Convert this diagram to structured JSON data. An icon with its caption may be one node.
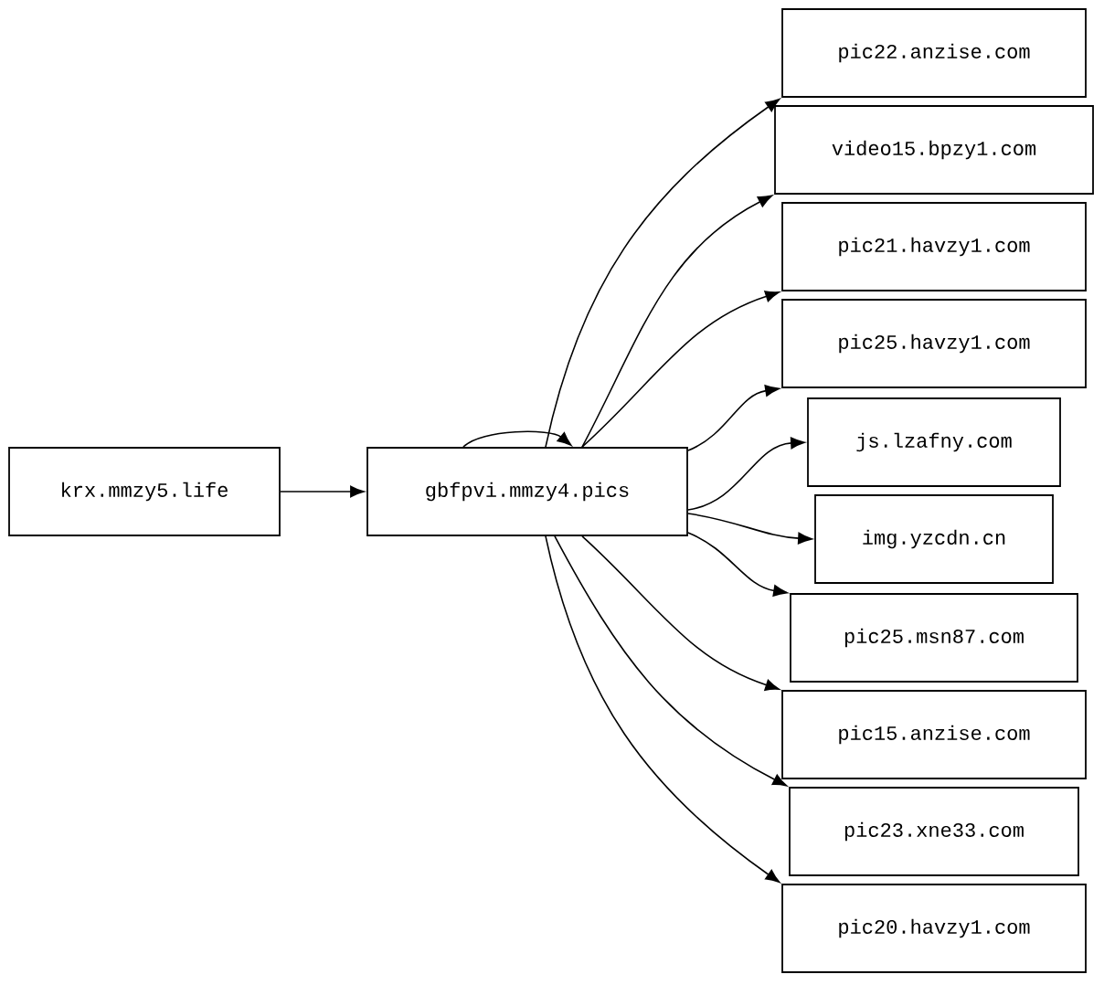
{
  "diagram": {
    "nodes": [
      {
        "text": [
          "krx.mmzy5.life"
        ]
      },
      {
        "text": [
          "gbfpvi.mmzy4.pics"
        ]
      },
      {
        "text": [
          "pic22.anzise.com"
        ]
      },
      {
        "text": [
          "video15.bpzy1.com"
        ]
      },
      {
        "text": [
          "pic21.havzy1.com"
        ]
      },
      {
        "text": [
          "pic25.havzy1.com"
        ]
      },
      {
        "text": [
          "js.lzafny.com"
        ]
      },
      {
        "text": [
          "img.yzcdn.cn"
        ]
      },
      {
        "text": [
          "pic25.msn87.com"
        ]
      },
      {
        "text": [
          "pic15.anzise.com"
        ]
      },
      {
        "text": [
          "pic23.xne33.com"
        ]
      },
      {
        "text": [
          "pic20.havzy1.com"
        ]
      }
    ],
    "edges": [
      {
        "from": 0,
        "to": 1,
        "arrow": "to"
      },
      {
        "from": 1,
        "to": 1,
        "arrow": "to"
      },
      {
        "from": 1,
        "to": 2,
        "arrow": "to"
      },
      {
        "from": 1,
        "to": 3,
        "arrow": "to"
      },
      {
        "from": 1,
        "to": 4,
        "arrow": "to"
      },
      {
        "from": 1,
        "to": 5,
        "arrow": "to"
      },
      {
        "from": 1,
        "to": 6,
        "arrow": "to"
      },
      {
        "from": 1,
        "to": 7,
        "arrow": "to"
      },
      {
        "from": 1,
        "to": 8,
        "arrow": "to"
      },
      {
        "from": 1,
        "to": 9,
        "arrow": "to"
      },
      {
        "from": 1,
        "to": 10,
        "arrow": "to"
      },
      {
        "from": 1,
        "to": 11,
        "arrow": "to"
      }
    ]
  }
}
